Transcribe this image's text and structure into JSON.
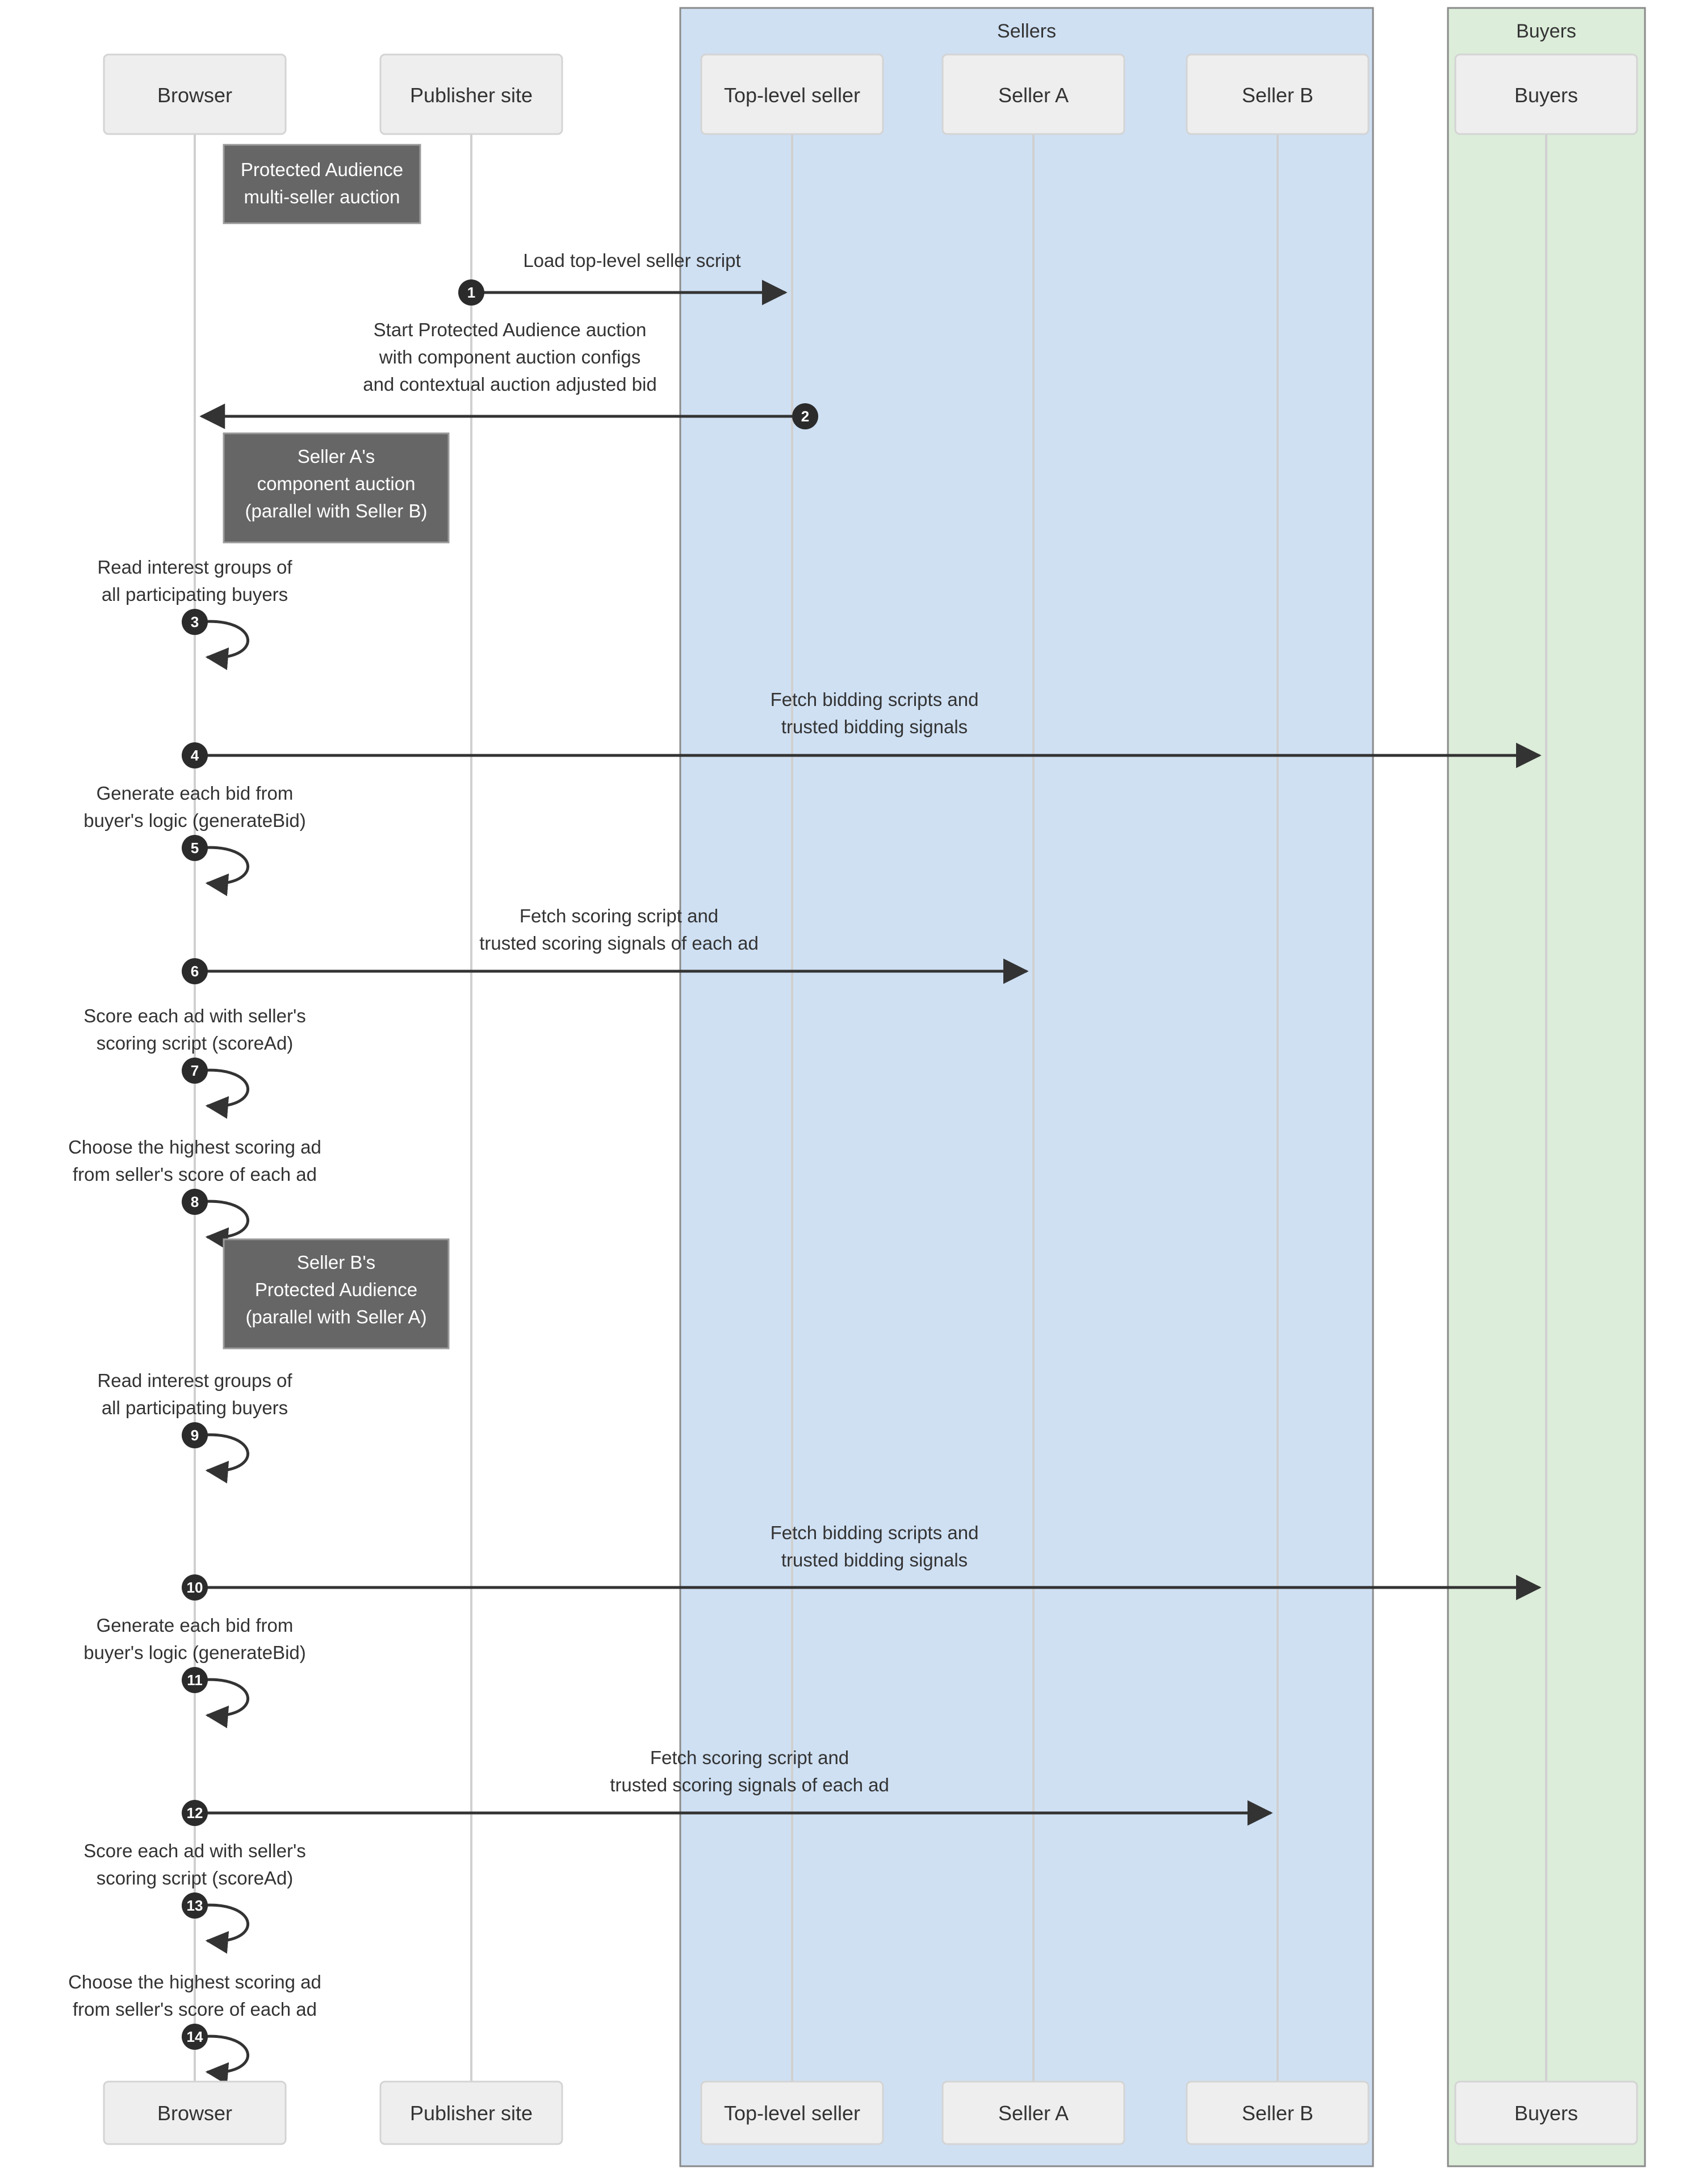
{
  "diagram": {
    "title": "Protected Audience multi-seller auction sequence diagram",
    "type": "sequence-diagram",
    "colors": {
      "sellers_group_fill": "#cfe0f3",
      "buyers_group_fill": "#dcedda",
      "actor_fill": "#eeeeee",
      "note_fill": "#666666",
      "note_text": "#ffffff",
      "line": "#333333",
      "lifeline": "#d0d0d0"
    }
  },
  "groups": [
    {
      "id": "sellers",
      "label": "Sellers"
    },
    {
      "id": "buyers",
      "label": "Buyers"
    }
  ],
  "actors": [
    {
      "id": "browser",
      "label": "Browser"
    },
    {
      "id": "publisher",
      "label": "Publisher site"
    },
    {
      "id": "topseller",
      "label": "Top-level seller"
    },
    {
      "id": "sellera",
      "label": "Seller A"
    },
    {
      "id": "sellerb",
      "label": "Seller B"
    },
    {
      "id": "buyers",
      "label": "Buyers"
    }
  ],
  "notes": [
    {
      "id": "note1",
      "lines": [
        "Protected Audience",
        "multi-seller auction"
      ]
    },
    {
      "id": "note2",
      "lines": [
        "Seller A's",
        "component auction",
        "(parallel with Seller B)"
      ]
    },
    {
      "id": "note3",
      "lines": [
        "Seller B's",
        "Protected Audience",
        "(parallel with Seller A)"
      ]
    }
  ],
  "messages": [
    {
      "num": "1",
      "from": "publisher",
      "to": "topseller",
      "kind": "arrow-right",
      "lines": [
        "Load top-level seller script"
      ]
    },
    {
      "num": "2",
      "from": "topseller",
      "to": "browser",
      "kind": "arrow-left",
      "lines": [
        "Start Protected Audience auction",
        "with component auction configs",
        "and contextual auction adjusted bid"
      ]
    },
    {
      "num": "3",
      "from": "browser",
      "to": "browser",
      "kind": "self-loop",
      "lines": [
        "Read interest groups of",
        "all participating buyers"
      ]
    },
    {
      "num": "4",
      "from": "browser",
      "to": "buyers",
      "kind": "arrow-right",
      "lines": [
        "Fetch bidding scripts and",
        "trusted bidding signals"
      ]
    },
    {
      "num": "5",
      "from": "browser",
      "to": "browser",
      "kind": "self-loop",
      "lines": [
        "Generate each bid from",
        "buyer's logic (generateBid)"
      ]
    },
    {
      "num": "6",
      "from": "browser",
      "to": "sellera",
      "kind": "arrow-right",
      "lines": [
        "Fetch scoring script and",
        "trusted scoring signals of each ad"
      ]
    },
    {
      "num": "7",
      "from": "browser",
      "to": "browser",
      "kind": "self-loop",
      "lines": [
        "Score each ad with seller's",
        "scoring script (scoreAd)"
      ]
    },
    {
      "num": "8",
      "from": "browser",
      "to": "browser",
      "kind": "self-loop",
      "lines": [
        "Choose the highest scoring ad",
        "from seller's score of each ad"
      ]
    },
    {
      "num": "9",
      "from": "browser",
      "to": "browser",
      "kind": "self-loop",
      "lines": [
        "Read interest groups of",
        "all participating buyers"
      ]
    },
    {
      "num": "10",
      "from": "browser",
      "to": "buyers",
      "kind": "arrow-right",
      "lines": [
        "Fetch bidding scripts and",
        "trusted bidding signals"
      ]
    },
    {
      "num": "11",
      "from": "browser",
      "to": "browser",
      "kind": "self-loop",
      "lines": [
        "Generate each bid from",
        "buyer's logic (generateBid)"
      ]
    },
    {
      "num": "12",
      "from": "browser",
      "to": "sellerb",
      "kind": "arrow-right",
      "lines": [
        "Fetch scoring script and",
        "trusted scoring signals of each ad"
      ]
    },
    {
      "num": "13",
      "from": "browser",
      "to": "browser",
      "kind": "self-loop",
      "lines": [
        "Score each ad with seller's",
        "scoring script (scoreAd)"
      ]
    },
    {
      "num": "14",
      "from": "browser",
      "to": "browser",
      "kind": "self-loop",
      "lines": [
        "Choose the highest scoring ad",
        "from seller's score of each ad"
      ]
    }
  ]
}
